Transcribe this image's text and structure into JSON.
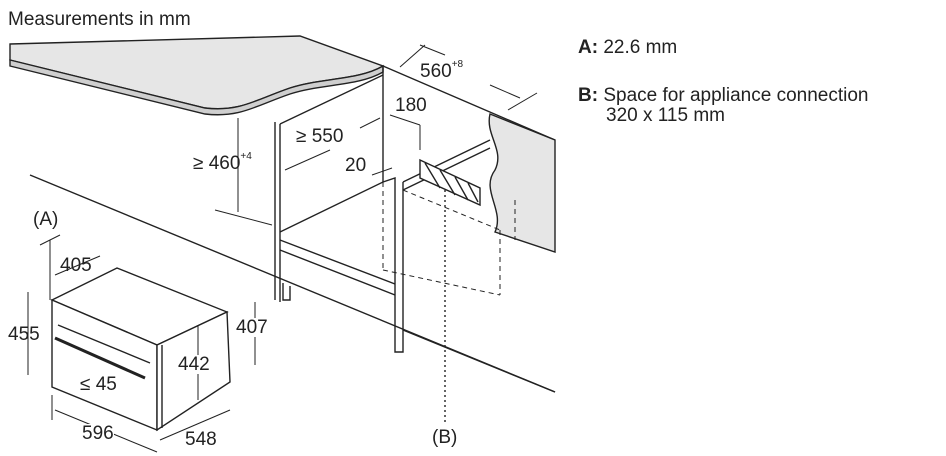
{
  "title": "Measurements in mm",
  "legend": {
    "a_key": "A:",
    "a_text": "22.6 mm",
    "b_key": "B:",
    "b_text_line1": "Space for appliance connection",
    "b_text_line2": "320 x 115 mm"
  },
  "niche_dimensions": {
    "width": "560",
    "width_tol": "+8",
    "height_prefix": "≥ 460",
    "height_tol": "+4",
    "depth": "≥ 550",
    "cutout_depth": "180",
    "panel_gap": "20"
  },
  "appliance_dimensions": {
    "callout_a": "(A)",
    "door_depth": "405",
    "front_height": "455",
    "body_height": "442",
    "rear_height": "407",
    "handle_depth": "≤ 45",
    "width": "596",
    "depth": "548"
  },
  "callout_b": "(B)",
  "colors": {
    "line": "#222222",
    "surface": "#e6e6e6"
  }
}
